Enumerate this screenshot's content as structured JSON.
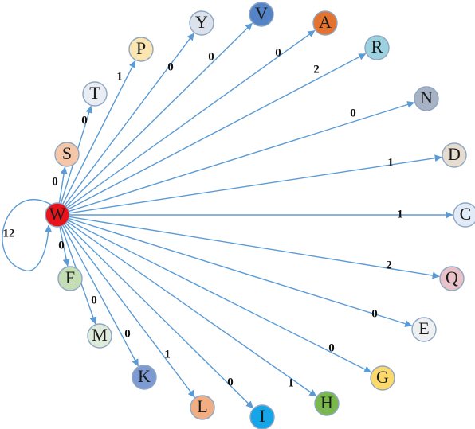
{
  "graph": {
    "source": "W",
    "self_loop_label": "12",
    "nodes": [
      {
        "id": "W",
        "label": "W",
        "color": "#e8141b"
      },
      {
        "id": "S",
        "label": "S",
        "color": "#f6c6a9"
      },
      {
        "id": "T",
        "label": "T",
        "color": "#e9eef4"
      },
      {
        "id": "P",
        "label": "P",
        "color": "#fbe6b1"
      },
      {
        "id": "Y",
        "label": "Y",
        "color": "#dbe2ec"
      },
      {
        "id": "V",
        "label": "V",
        "color": "#5584c6"
      },
      {
        "id": "A",
        "label": "A",
        "color": "#e3732e"
      },
      {
        "id": "R",
        "label": "R",
        "color": "#9cd2df"
      },
      {
        "id": "N",
        "label": "N",
        "color": "#a7b2c4"
      },
      {
        "id": "D",
        "label": "D",
        "color": "#e6ddd0"
      },
      {
        "id": "C",
        "label": "C",
        "color": "#e2ecf8"
      },
      {
        "id": "Q",
        "label": "Q",
        "color": "#e8c1c9"
      },
      {
        "id": "E",
        "label": "E",
        "color": "#eef0f2"
      },
      {
        "id": "G",
        "label": "G",
        "color": "#fbd96a"
      },
      {
        "id": "H",
        "label": "H",
        "color": "#79b94c"
      },
      {
        "id": "I",
        "label": "I",
        "color": "#16a5e6"
      },
      {
        "id": "L",
        "label": "L",
        "color": "#f2ae83"
      },
      {
        "id": "K",
        "label": "K",
        "color": "#7e9ad3"
      },
      {
        "id": "M",
        "label": "M",
        "color": "#dfebdb"
      },
      {
        "id": "F",
        "label": "F",
        "color": "#c4ddb4"
      }
    ],
    "edges": [
      {
        "from": "W",
        "to": "S",
        "label": "0"
      },
      {
        "from": "W",
        "to": "T",
        "label": "0"
      },
      {
        "from": "W",
        "to": "P",
        "label": "1"
      },
      {
        "from": "W",
        "to": "Y",
        "label": "0"
      },
      {
        "from": "W",
        "to": "V",
        "label": "0"
      },
      {
        "from": "W",
        "to": "A",
        "label": "0"
      },
      {
        "from": "W",
        "to": "R",
        "label": "2"
      },
      {
        "from": "W",
        "to": "N",
        "label": "0"
      },
      {
        "from": "W",
        "to": "D",
        "label": "1"
      },
      {
        "from": "W",
        "to": "C",
        "label": "1"
      },
      {
        "from": "W",
        "to": "Q",
        "label": "2"
      },
      {
        "from": "W",
        "to": "E",
        "label": "0"
      },
      {
        "from": "W",
        "to": "G",
        "label": "0"
      },
      {
        "from": "W",
        "to": "H",
        "label": "1"
      },
      {
        "from": "W",
        "to": "I",
        "label": "0"
      },
      {
        "from": "W",
        "to": "L",
        "label": "1"
      },
      {
        "from": "W",
        "to": "K",
        "label": "0"
      },
      {
        "from": "W",
        "to": "M",
        "label": "0"
      },
      {
        "from": "W",
        "to": "F",
        "label": "0"
      }
    ],
    "edge_color": "#5b9bd5"
  }
}
